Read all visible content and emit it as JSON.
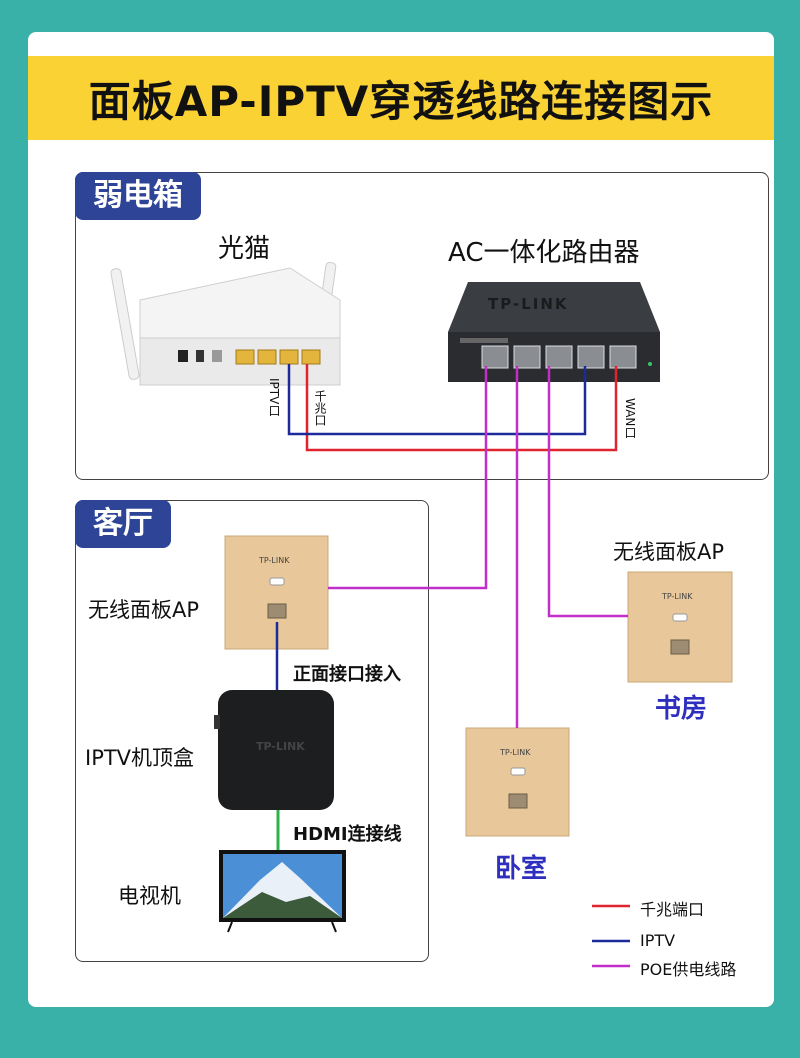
{
  "title": "面板AP-IPTV穿透线路连接图示",
  "zones": {
    "weak_box": "弱电箱",
    "living_room": "客厅"
  },
  "devices": {
    "modem": "光猫",
    "router": "AC一体化路由器",
    "router_brand": "TP-LINK",
    "panel_ap_living": "无线面板AP",
    "panel_ap_study": "无线面板AP",
    "stb": "IPTV机顶盒",
    "tv": "电视机",
    "panel_brand": "TP-LINK"
  },
  "port_labels": {
    "iptv": "IPTV口",
    "gigabit": "千兆口",
    "wan": "WAN口"
  },
  "cable_labels": {
    "front_port": "正面接口接入",
    "hdmi": "HDMI连接线"
  },
  "rooms": {
    "study": "书房",
    "bedroom": "卧室"
  },
  "legend": [
    {
      "label": "千兆端口",
      "color": "#e0232e"
    },
    {
      "label": "IPTV",
      "color": "#1c2a9a"
    },
    {
      "label": "POE供电线路",
      "color": "#c12fc9"
    }
  ],
  "colors": {
    "gigabit": "#e0232e",
    "iptv": "#1c2a9a",
    "poe": "#c12fc9",
    "hdmi": "#2bb44a",
    "accent": "#2e4597",
    "title_bg": "#fbd234"
  }
}
